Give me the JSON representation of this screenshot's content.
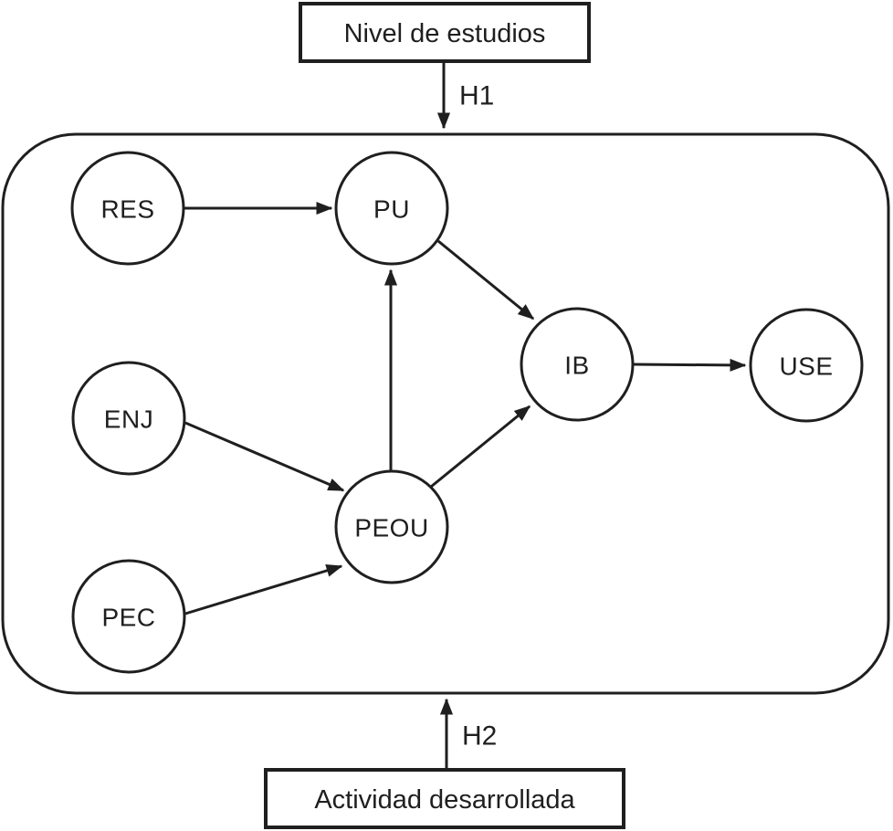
{
  "colors": {
    "ink": "#1f1f1f",
    "background": "#ffffff"
  },
  "diagram": {
    "type": "path-model",
    "external_top": {
      "label": "Nivel de estudios",
      "hypothesis": "H1"
    },
    "external_bottom": {
      "label": "Actividad desarrollada",
      "hypothesis": "H2"
    },
    "nodes": {
      "res": {
        "label": "RES"
      },
      "pu": {
        "label": "PU"
      },
      "enj": {
        "label": "ENJ"
      },
      "peou": {
        "label": "PEOU"
      },
      "pec": {
        "label": "PEC"
      },
      "ib": {
        "label": "IB"
      },
      "use": {
        "label": "USE"
      }
    },
    "edges": [
      {
        "from": "RES",
        "to": "PU"
      },
      {
        "from": "ENJ",
        "to": "PEOU"
      },
      {
        "from": "PEC",
        "to": "PEOU"
      },
      {
        "from": "PEOU",
        "to": "PU"
      },
      {
        "from": "PU",
        "to": "IB"
      },
      {
        "from": "PEOU",
        "to": "IB"
      },
      {
        "from": "IB",
        "to": "USE"
      },
      {
        "from": "Nivel de estudios",
        "to": "model",
        "label": "H1"
      },
      {
        "from": "Actividad desarrollada",
        "to": "model",
        "label": "H2"
      }
    ]
  }
}
